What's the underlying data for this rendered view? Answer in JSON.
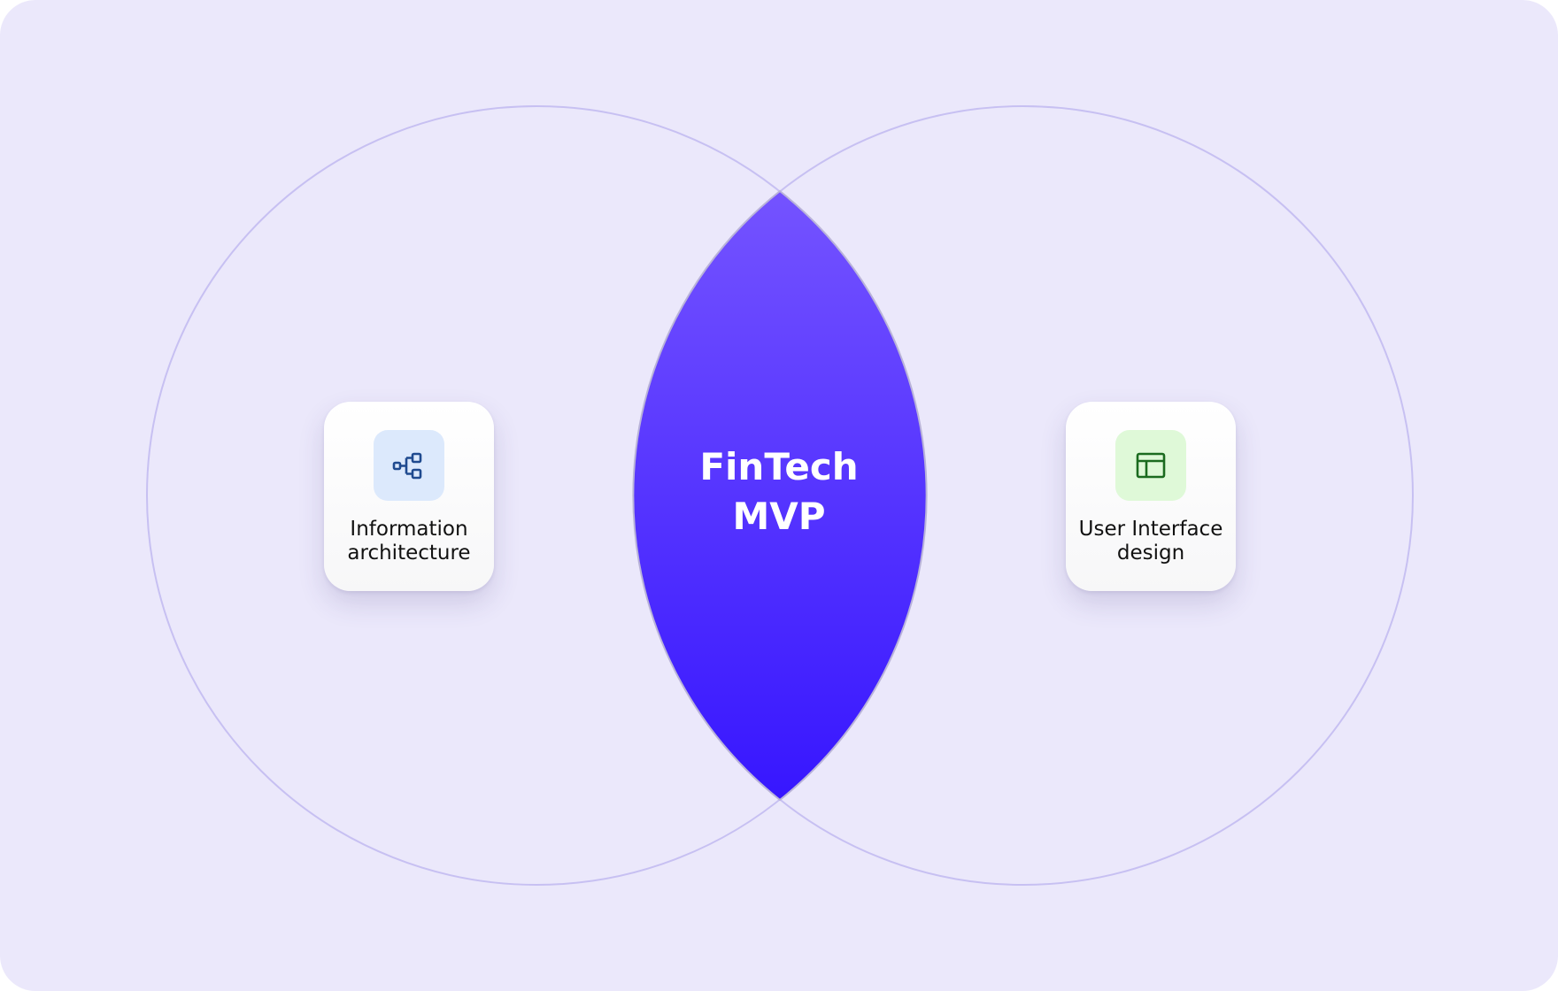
{
  "center": {
    "line1": "FinTech",
    "line2": "MVP"
  },
  "cards": [
    {
      "line1": "Information",
      "line2": "architecture",
      "icon": "hierarchy-icon",
      "tile_color": "#dce9fc",
      "icon_color": "#1f4a8f"
    },
    {
      "line1": "User Interface",
      "line2": "design",
      "icon": "layout-icon",
      "tile_color": "#dff9d8",
      "icon_color": "#1b6b1f"
    }
  ],
  "colors": {
    "background": "#ebe8fb",
    "circle_stroke": "#c7c0f2",
    "intersection_top": "#7453ff",
    "intersection_bottom": "#3716ff"
  }
}
